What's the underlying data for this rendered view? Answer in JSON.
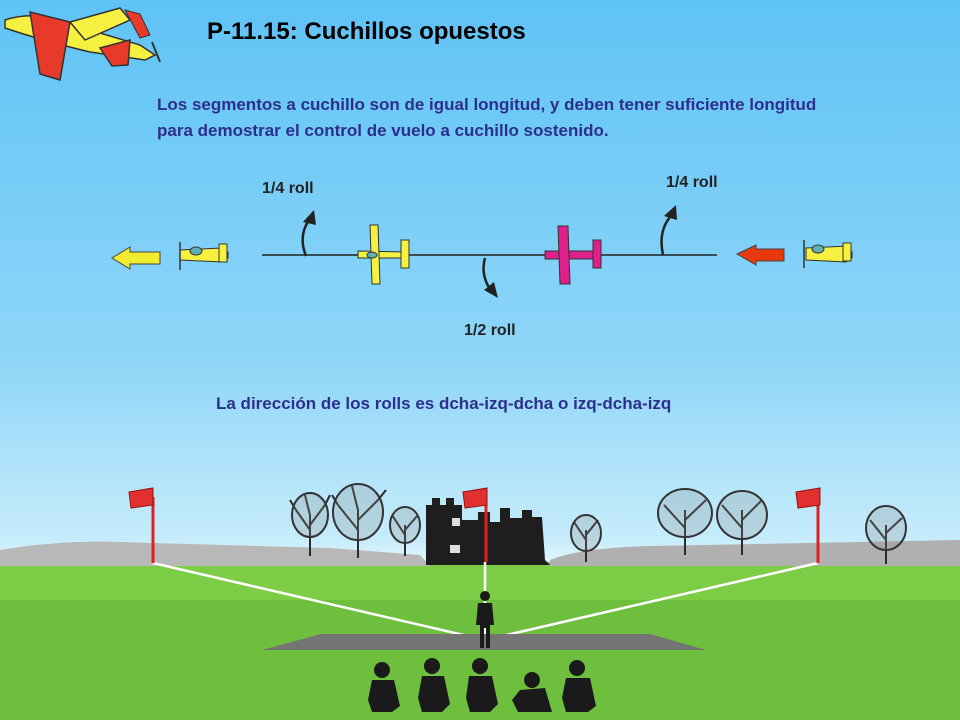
{
  "title": "P-11.15: Cuchillos opuestos",
  "description": "Los segmentos a cuchillo son de igual longitud, y deben tener suficiente longitud para demostrar el control de vuelo a cuchillo sostenido.",
  "labels": {
    "quarter_roll_left": "1/4 roll",
    "quarter_roll_right": "1/4 roll",
    "half_roll": "1/2 roll"
  },
  "direction_note": "La dirección de los rolls es dcha-izq-dcha o izq-dcha-izq",
  "colors": {
    "text_blue": "#2d2f8c",
    "exit_arrow": "#f2ec2e",
    "entry_arrow": "#e8380d",
    "plane_yellow": "#f6f040",
    "plane_magenta": "#e0208a",
    "flag_red": "#e02020"
  }
}
